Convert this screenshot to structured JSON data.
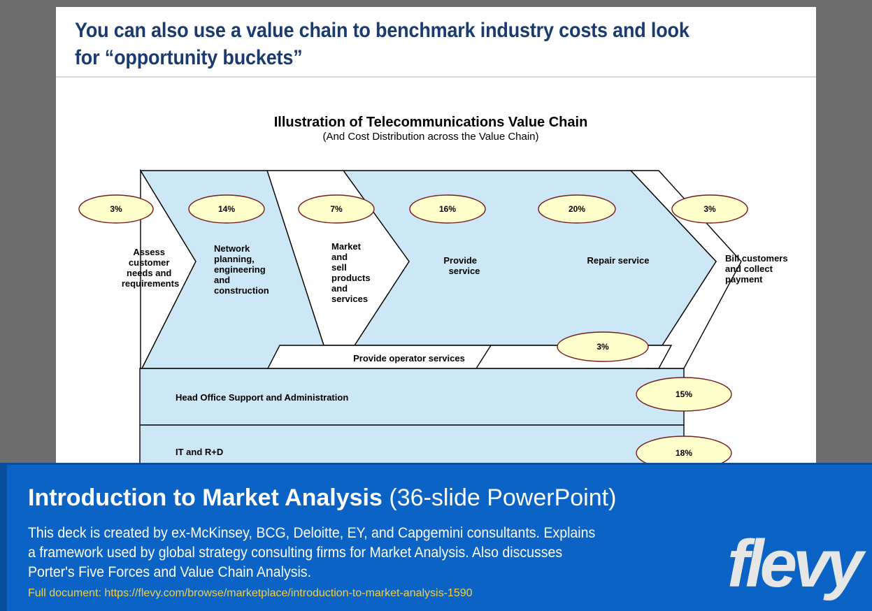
{
  "slide": {
    "title": "You can also use a value chain to benchmark industry costs and look for “opportunity buckets”"
  },
  "diagram": {
    "title": "Illustration of Telecommunications Value Chain",
    "subtitle": "(And Cost Distribution across the Value Chain)",
    "stages": [
      {
        "lines": [
          "Assess",
          "customer",
          "needs and",
          "requirements"
        ],
        "pct": "3%"
      },
      {
        "lines": [
          "Network",
          "planning,",
          "engineering",
          "and",
          "construction"
        ],
        "pct": "14%"
      },
      {
        "lines": [
          "Market",
          "and",
          "sell",
          "products",
          "and",
          "services"
        ],
        "pct": "7%"
      },
      {
        "lines": [
          "Provide",
          "service"
        ],
        "pct": "16%"
      },
      {
        "lines": [
          "Repair service"
        ],
        "pct": "20%"
      },
      {
        "lines": [
          "Bill customers",
          "and collect",
          "payment"
        ],
        "pct": "3%"
      }
    ],
    "operator": {
      "label": "Provide operator services",
      "pct": "3%"
    },
    "support": [
      {
        "label": "Head Office Support and Administration",
        "pct": "15%"
      },
      {
        "label": "IT and R+D",
        "pct": "18%"
      }
    ],
    "colors": {
      "stage_fill": "#cce8f6",
      "oval_fill": "#ffffcc",
      "oval_stroke": "#7a1a22"
    }
  },
  "banner": {
    "title_bold": "Introduction to Market Analysis",
    "title_rest": " (36-slide PowerPoint)",
    "description": "This deck is created by ex-McKinsey, BCG, Deloitte, EY, and Capgemini consultants. Explains a framework used by global strategy consulting firms for Market Analysis. Also discusses Porter's Five Forces and Value Chain Analysis.",
    "link": "Full document: https://flevy.com/browse/marketplace/introduction-to-market-analysis-1590",
    "logo": "flevy",
    "colors": {
      "background": "#0a63c5",
      "link": "#f2d04a"
    }
  }
}
